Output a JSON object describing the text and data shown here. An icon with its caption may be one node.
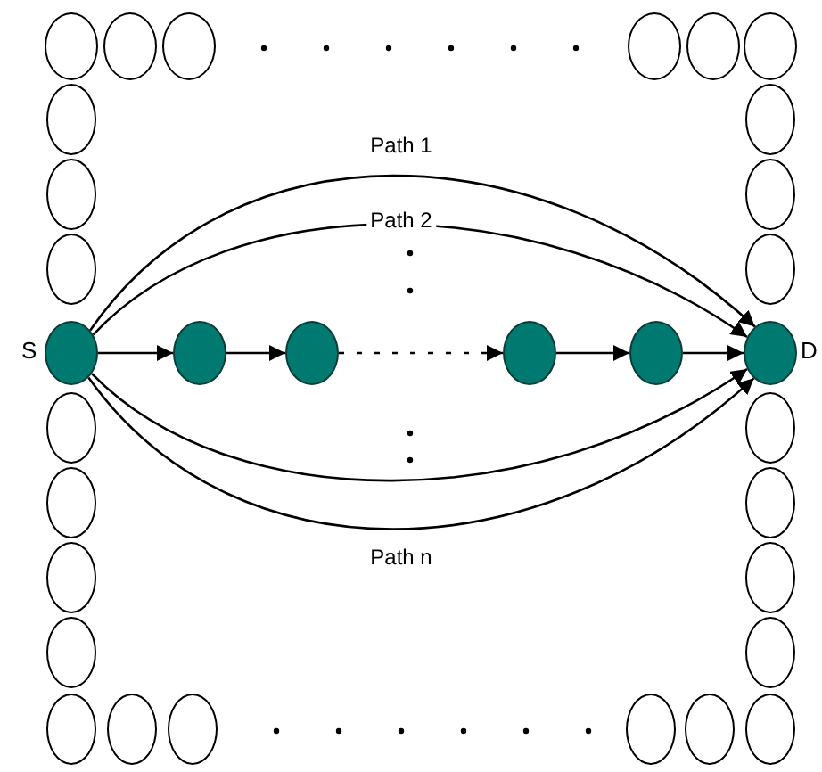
{
  "diagram": {
    "nodes": [
      {
        "text": [],
        "shape": "circle"
      },
      {
        "text": [],
        "shape": "circle"
      },
      {
        "text": [],
        "shape": "circle"
      },
      {
        "text": [],
        "shape": "circle"
      },
      {
        "text": [],
        "shape": "circle"
      },
      {
        "text": [],
        "shape": "circle"
      },
      {
        "text": [],
        "shape": "circle"
      },
      {
        "text": [],
        "shape": "circle"
      },
      {
        "text": [],
        "shape": "circle"
      },
      {
        "text": [],
        "shape": "circle"
      },
      {
        "text": [],
        "shape": "circle"
      },
      {
        "text": [],
        "shape": "circle"
      },
      {
        "text": [
          "S"
        ]
      },
      {
        "text": [],
        "shape": "circle"
      },
      {
        "text": [],
        "shape": "circle"
      },
      {
        "text": [],
        "shape": "circle"
      },
      {
        "text": [],
        "shape": "circle"
      },
      {
        "text": [
          "D"
        ]
      },
      {
        "text": [],
        "shape": "circle"
      },
      {
        "text": [],
        "shape": "circle"
      },
      {
        "text": [],
        "shape": "circle"
      },
      {
        "text": [],
        "shape": "circle"
      },
      {
        "text": [],
        "shape": "circle"
      },
      {
        "text": [],
        "shape": "circle"
      },
      {
        "text": [],
        "shape": "circle"
      },
      {
        "text": [],
        "shape": "circle"
      },
      {
        "text": [],
        "shape": "circle"
      },
      {
        "text": [],
        "shape": "circle"
      },
      {
        "text": [],
        "shape": "circle"
      },
      {
        "text": [],
        "shape": "circle"
      },
      {
        "text": [],
        "shape": "circle"
      },
      {
        "text": [],
        "shape": "circle"
      }
    ],
    "edges": [
      {
        "from": 12,
        "to": 13,
        "arrow": "to"
      },
      {
        "from": 13,
        "to": 14,
        "arrow": "to"
      },
      {
        "from": 14,
        "to": 15,
        "arrow": "to",
        "style": "dashed"
      },
      {
        "from": 15,
        "to": 16,
        "arrow": "to"
      },
      {
        "from": 16,
        "to": 17,
        "arrow": "to"
      },
      {
        "from": 12,
        "to": 17,
        "arrow": "to",
        "label": "Path 1"
      },
      {
        "from": 12,
        "to": 17,
        "arrow": "to",
        "label": "Path 2"
      },
      {
        "from": 12,
        "to": 17,
        "arrow": "to"
      },
      {
        "from": 12,
        "to": 17,
        "arrow": "to",
        "label": "Path n"
      }
    ]
  }
}
